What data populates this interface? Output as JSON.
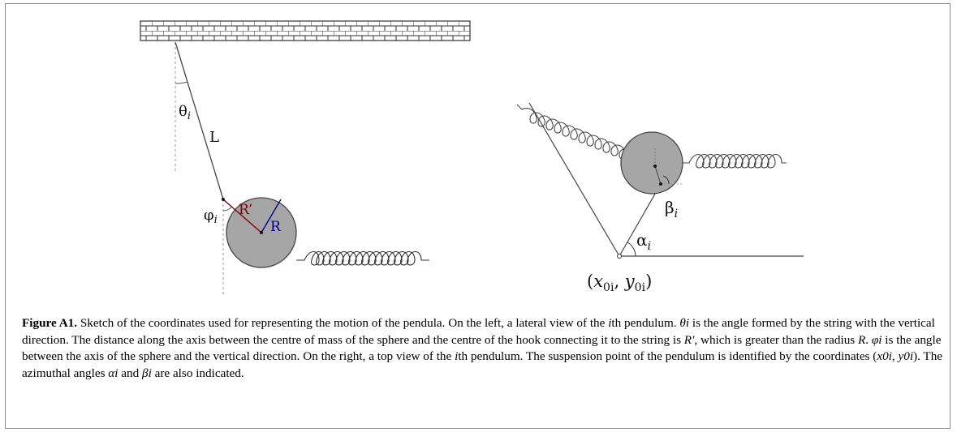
{
  "figure": {
    "labels": {
      "theta": "θ",
      "theta_sub": "i",
      "L": "L",
      "phi": "φ",
      "phi_sub": "i",
      "R_prime": "R’",
      "R": "R",
      "alpha": "α",
      "alpha_sub": "i",
      "beta": "β",
      "beta_sub": "i",
      "coords": "(x0i, y0i)",
      "coords_x": "x",
      "coords_x_sub": "0i",
      "coords_sep": ", ",
      "coords_y": "y",
      "coords_y_sub": "0i"
    },
    "colors": {
      "sphere": "#a6a6a6",
      "R_prime": "#8b0000",
      "R": "#00008b",
      "line": "#444444"
    }
  },
  "caption": {
    "heading": "Figure A1.",
    "seg1": " Sketch of the coordinates used for representing the motion of the pendula. On the left, a lateral view of the ",
    "i1": "i",
    "seg2": "th pendulum. ",
    "theta_i": "θi",
    "seg3": " is the angle formed by the string with the vertical direction. The distance along the axis between the centre of mass of the sphere and the centre of the hook connecting it to the string is ",
    "Rp": "R′",
    "seg4": ", which is greater than the radius ",
    "R": "R",
    "seg5": ". ",
    "phi_i": "φi",
    "seg6": " is the angle between the axis of the sphere and the vertical direction. On the right, a top view of the ",
    "i2": "i",
    "seg7": "th pendulum. The suspension point of the pendulum is identified by the coordinates (",
    "x0i": "x0i",
    "seg8": ", ",
    "y0i": "y0i",
    "seg9": "). The azimuthal angles ",
    "alpha_i": "αi",
    "seg10": " and ",
    "beta_i": "βi",
    "seg11": " are also indicated."
  }
}
